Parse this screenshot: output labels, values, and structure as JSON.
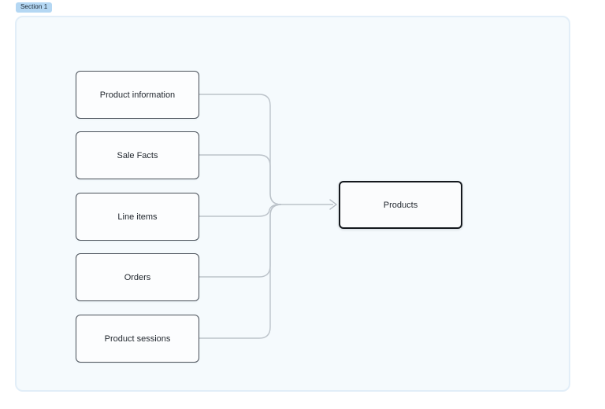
{
  "section": {
    "label": "Section 1"
  },
  "diagram": {
    "sources": [
      {
        "label": "Product information"
      },
      {
        "label": "Sale Facts"
      },
      {
        "label": "Line items"
      },
      {
        "label": "Orders"
      },
      {
        "label": "Product sessions"
      }
    ],
    "target": {
      "label": "Products"
    },
    "edges": [
      {
        "from": "Product information",
        "to": "Products"
      },
      {
        "from": "Sale Facts",
        "to": "Products"
      },
      {
        "from": "Line items",
        "to": "Products"
      },
      {
        "from": "Orders",
        "to": "Products"
      },
      {
        "from": "Product sessions",
        "to": "Products"
      }
    ]
  },
  "colors": {
    "section_fill": "#f5fafd",
    "section_border": "#e2eef8",
    "badge_background": "#b4d7f3",
    "badge_text": "#16222d",
    "node_border": "#4a515a",
    "node_fill": "#fcfdfe",
    "target_border": "#14181d",
    "connector": "#bcc3ca",
    "page_background": "#ffffff"
  }
}
